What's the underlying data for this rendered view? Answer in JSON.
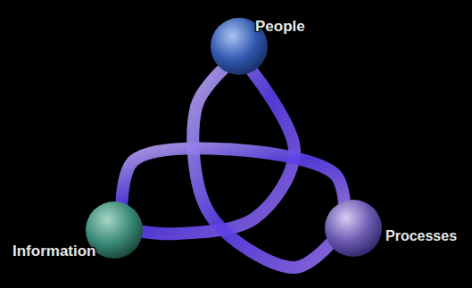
{
  "diagram": {
    "nodes": [
      {
        "text": [
          "People"
        ]
      },
      {
        "text": [
          "Information"
        ]
      },
      {
        "text": [
          "Processes"
        ]
      }
    ],
    "edges": [
      {
        "from": 0,
        "to": 1,
        "arrow": "none"
      },
      {
        "from": 1,
        "to": 2,
        "arrow": "none"
      },
      {
        "from": 2,
        "to": 0,
        "arrow": "none"
      }
    ]
  }
}
